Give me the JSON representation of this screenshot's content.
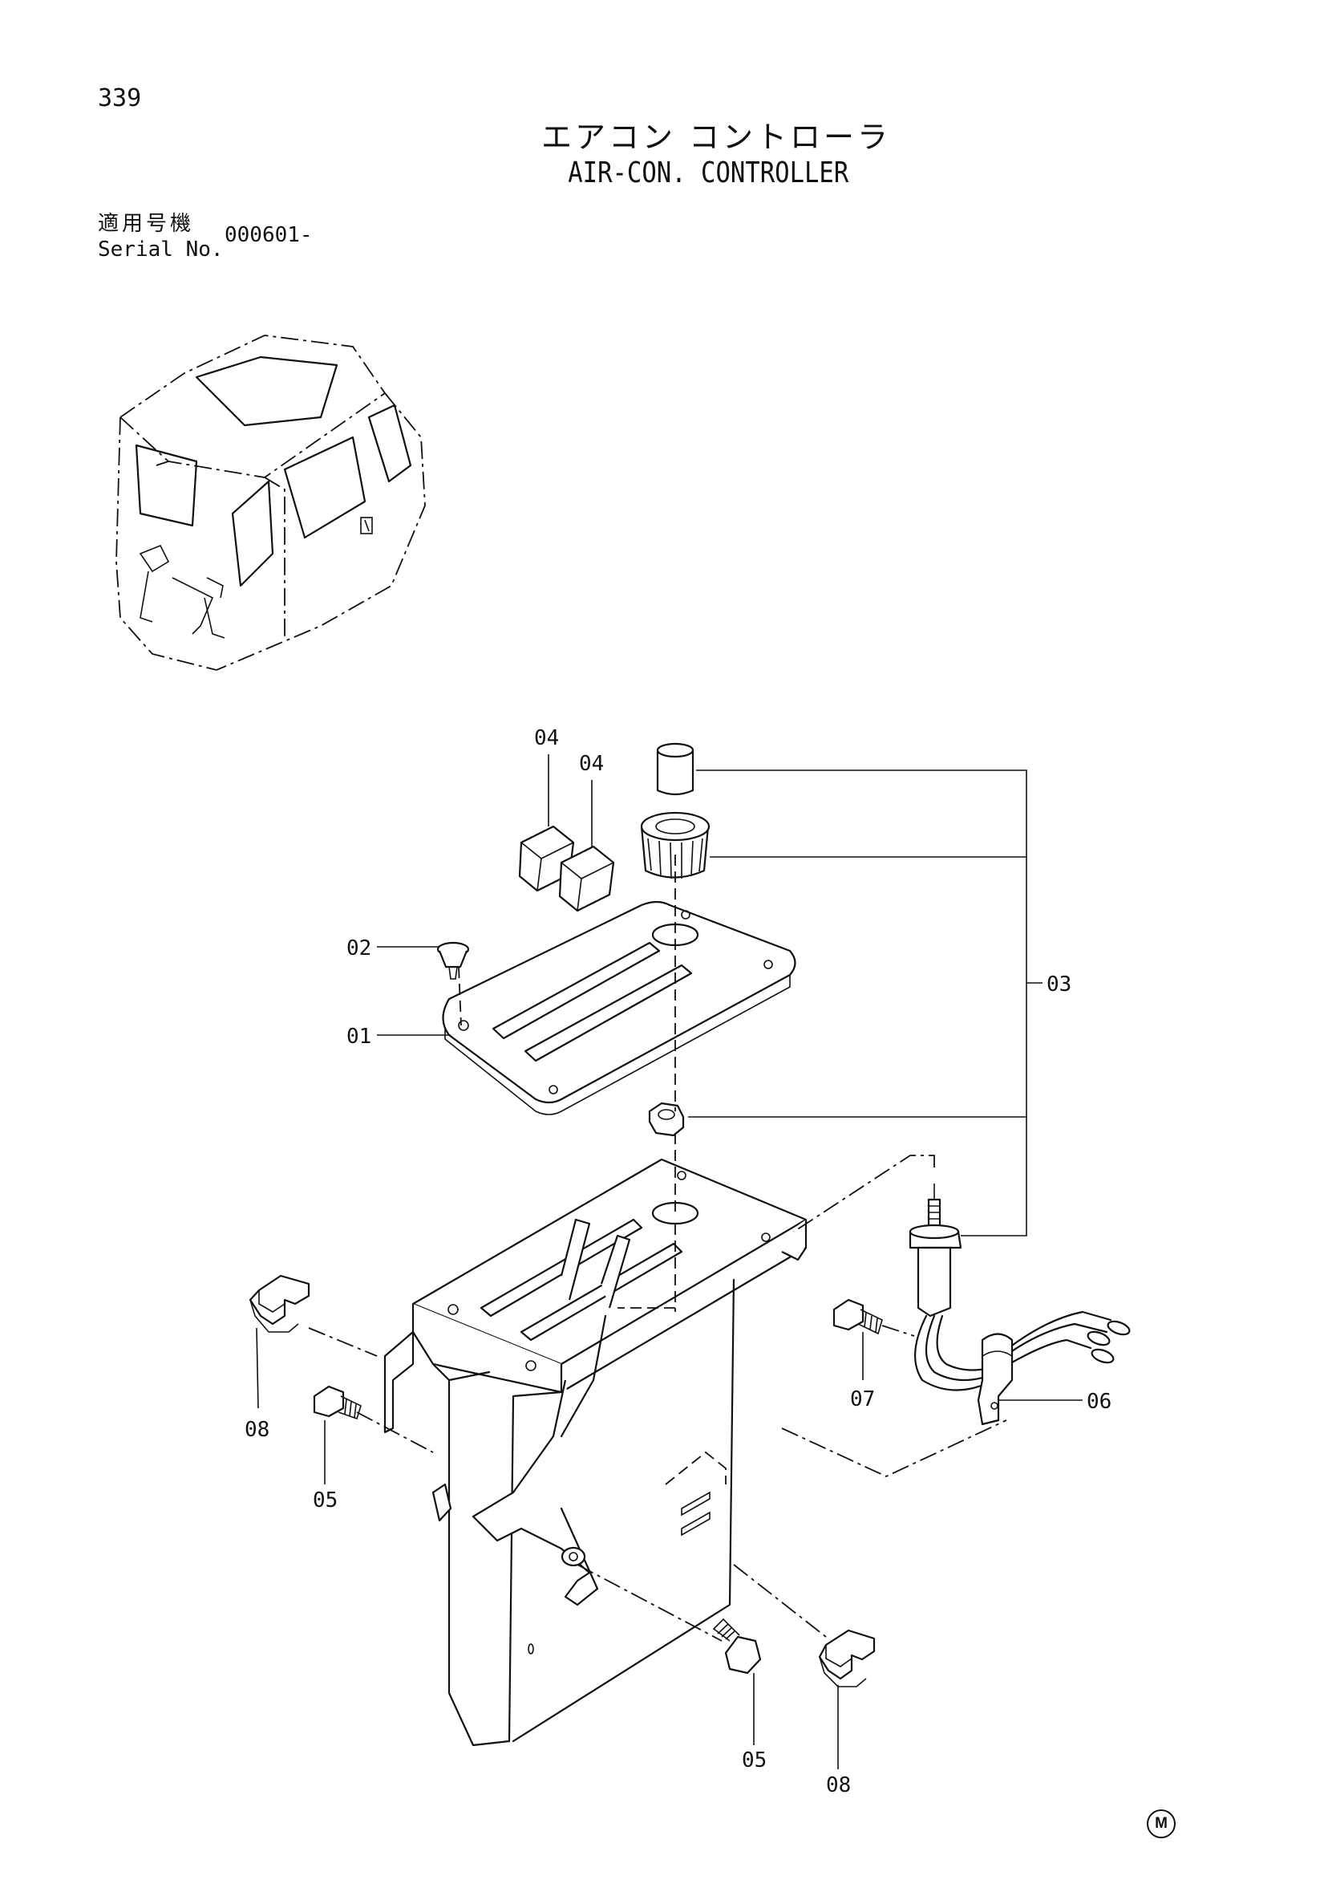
{
  "page": {
    "number": "339",
    "title_jp": "エアコン コントローラ",
    "title_en": "AIR-CON. CONTROLLER",
    "serial_label_jp": "適用号機",
    "serial_label_en": "Serial No.",
    "serial_value": "000601-",
    "mark": "M"
  },
  "callouts": {
    "p01": "01",
    "p02": "02",
    "p03": "03",
    "p04a": "04",
    "p04b": "04",
    "p05a": "05",
    "p05b": "05",
    "p06": "06",
    "p07": "07",
    "p08a": "08",
    "p08b": "08"
  }
}
